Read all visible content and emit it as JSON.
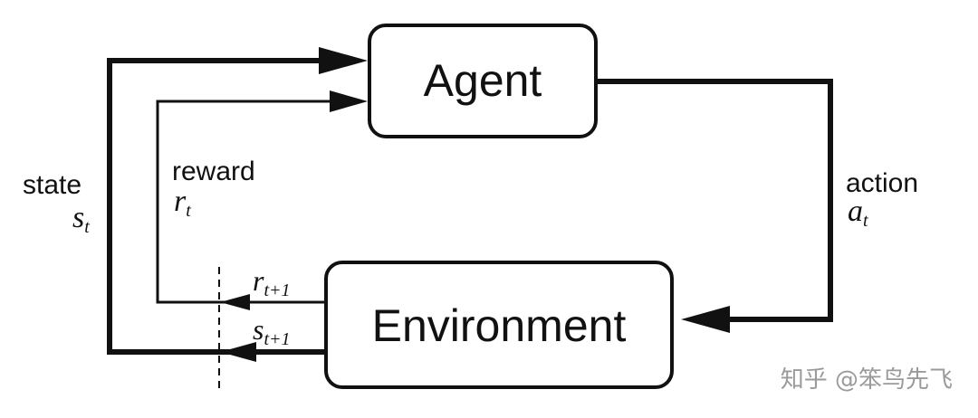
{
  "nodes": {
    "agent": "Agent",
    "environment": "Environment"
  },
  "labels": {
    "state_word": "state",
    "state_symbol": "s",
    "state_sub": "t",
    "reward_word": "reward",
    "reward_symbol": "r",
    "reward_sub": "t",
    "action_word": "action",
    "action_symbol": "a",
    "action_sub": "t",
    "next_reward_symbol": "r",
    "next_reward_sub": "t+1",
    "next_state_symbol": "s",
    "next_state_sub": "t+1"
  },
  "watermark": "知乎 @笨鸟先飞"
}
